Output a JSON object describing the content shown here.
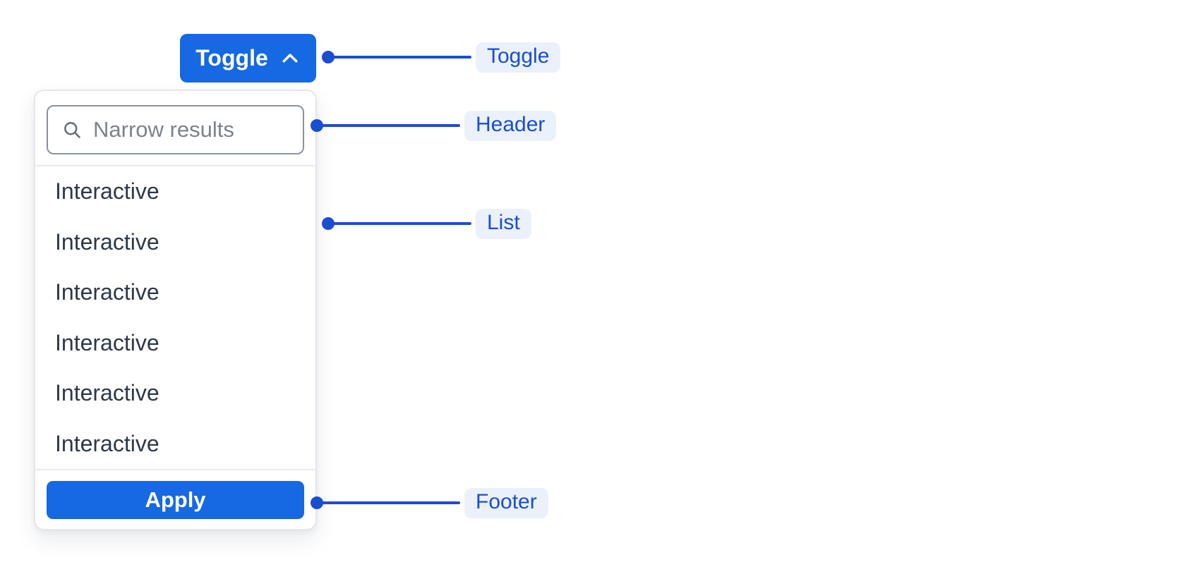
{
  "colors": {
    "accent": "#1668E3",
    "accent-dark": "#1B4DD1",
    "pill-bg": "#EBF1FB",
    "text-dark": "#2E3847",
    "text-muted": "#7D828C",
    "input-border": "#8D919A",
    "panel-border": "#E4E6EA",
    "divider": "#E9EAED",
    "icon-gray": "#696E78"
  },
  "component": {
    "toggle_button": {
      "label": "Toggle",
      "icon": "chevron-up-icon"
    },
    "dropdown": {
      "header": {
        "search_placeholder": "Narrow results",
        "search_value": "",
        "icon": "search-icon"
      },
      "items": [
        "Interactive",
        "Interactive",
        "Interactive",
        "Interactive",
        "Interactive",
        "Interactive"
      ],
      "footer": {
        "apply_label": "Apply"
      }
    }
  },
  "annotations": [
    {
      "label": "Toggle"
    },
    {
      "label": "Header"
    },
    {
      "label": "List"
    },
    {
      "label": "Footer"
    }
  ]
}
